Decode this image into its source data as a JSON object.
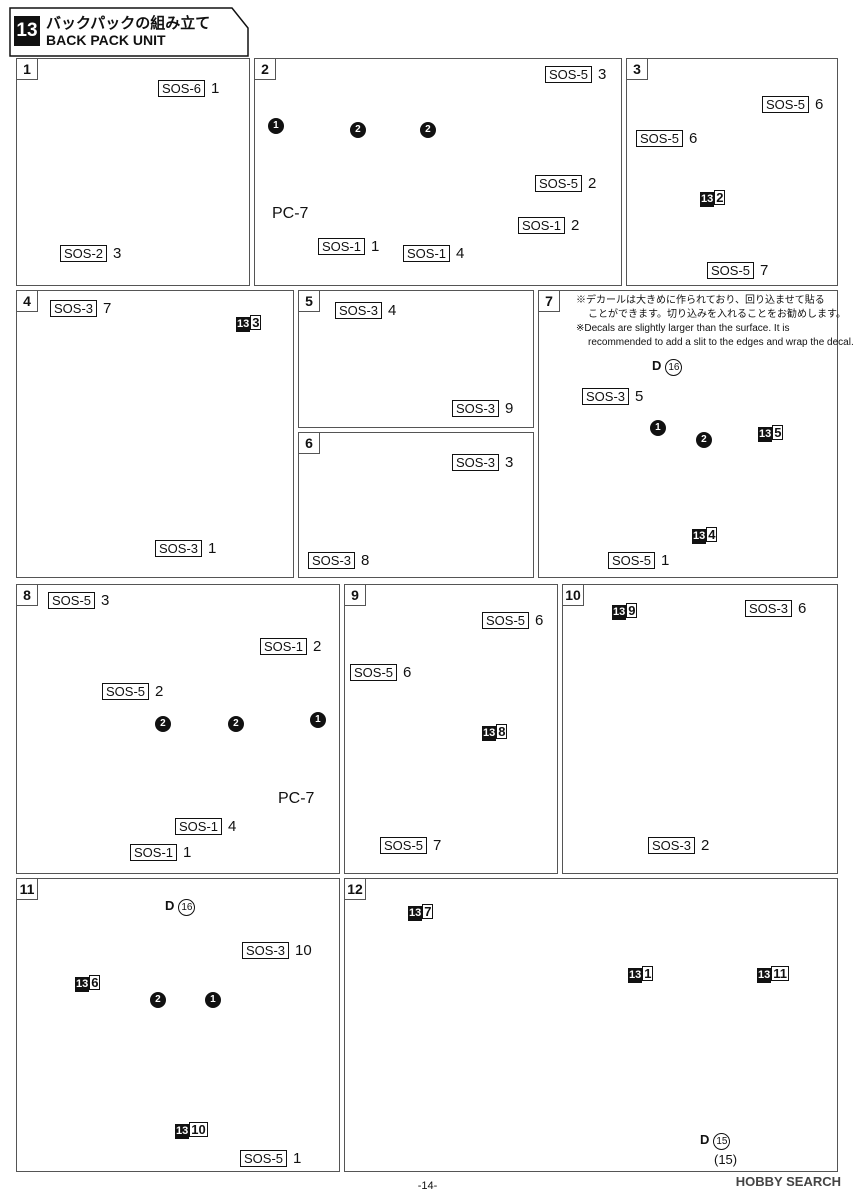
{
  "header": {
    "number": "13",
    "title_jp": "バックパックの組み立て",
    "title_en": "BACK PACK UNIT"
  },
  "steps": [
    {
      "num": "1",
      "labels": [
        {
          "part": "SOS-6",
          "qty": "1"
        },
        {
          "part": "SOS-2",
          "qty": "3"
        }
      ]
    },
    {
      "num": "2",
      "labels": [
        {
          "part": "SOS-5",
          "qty": "3"
        },
        {
          "part": "SOS-5",
          "qty": "2"
        },
        {
          "part": "SOS-1",
          "qty": "2"
        },
        {
          "part": "SOS-1",
          "qty": "1"
        },
        {
          "part": "SOS-1",
          "qty": "4"
        }
      ],
      "pc": "PC-7"
    },
    {
      "num": "3",
      "labels": [
        {
          "part": "SOS-5",
          "qty": "6"
        },
        {
          "part": "SOS-5",
          "qty": "6"
        },
        {
          "part": "SOS-5",
          "qty": "7"
        }
      ],
      "ref": "2"
    },
    {
      "num": "4",
      "labels": [
        {
          "part": "SOS-3",
          "qty": "7"
        },
        {
          "part": "SOS-3",
          "qty": "1"
        }
      ],
      "ref": "3"
    },
    {
      "num": "5",
      "labels": [
        {
          "part": "SOS-3",
          "qty": "4"
        },
        {
          "part": "SOS-3",
          "qty": "9"
        }
      ]
    },
    {
      "num": "6",
      "labels": [
        {
          "part": "SOS-3",
          "qty": "3"
        },
        {
          "part": "SOS-3",
          "qty": "8"
        }
      ]
    },
    {
      "num": "7",
      "labels": [
        {
          "part": "SOS-3",
          "qty": "5"
        },
        {
          "part": "SOS-5",
          "qty": "1"
        }
      ],
      "ref_a": "5",
      "ref_b": "4",
      "decal": "D",
      "decal_num": "16",
      "note_jp_1": "※デカールは大きめに作られており、回り込ませて貼る",
      "note_jp_2": "ことができます。切り込みを入れることをお勧めします。",
      "note_en_1": "※Decals are slightly larger than the surface. It is",
      "note_en_2": "recommended to add a slit to the edges and wrap the decal."
    },
    {
      "num": "8",
      "labels": [
        {
          "part": "SOS-5",
          "qty": "3"
        },
        {
          "part": "SOS-5",
          "qty": "2"
        },
        {
          "part": "SOS-1",
          "qty": "2"
        },
        {
          "part": "SOS-1",
          "qty": "4"
        },
        {
          "part": "SOS-1",
          "qty": "1"
        }
      ],
      "pc": "PC-7"
    },
    {
      "num": "9",
      "labels": [
        {
          "part": "SOS-5",
          "qty": "6"
        },
        {
          "part": "SOS-5",
          "qty": "6"
        },
        {
          "part": "SOS-5",
          "qty": "7"
        }
      ],
      "ref": "8"
    },
    {
      "num": "10",
      "labels": [
        {
          "part": "SOS-3",
          "qty": "6"
        },
        {
          "part": "SOS-3",
          "qty": "2"
        }
      ],
      "ref": "9"
    },
    {
      "num": "11",
      "labels": [
        {
          "part": "SOS-3",
          "qty": "10"
        },
        {
          "part": "SOS-5",
          "qty": "1"
        }
      ],
      "ref_a": "6",
      "ref_b": "10",
      "decal": "D",
      "decal_num": "16"
    },
    {
      "num": "12",
      "ref_a": "7",
      "ref_b": "1",
      "ref_c": "11",
      "decal": "D",
      "decal_num": "15",
      "decal_num2": "(15)"
    }
  ],
  "step_ref_prefix": "13",
  "bullets": {
    "one": "1",
    "two": "2"
  },
  "page_number": "-14-",
  "watermark": "HOBBY SEARCH"
}
